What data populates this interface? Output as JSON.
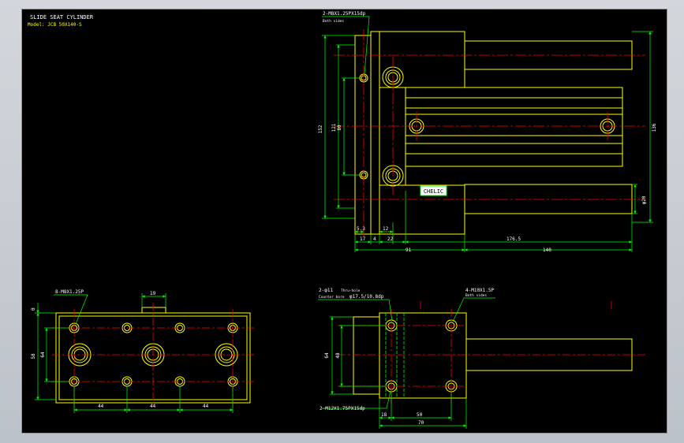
{
  "title_block": {
    "title": "SLIDE SEAT CYLINDER",
    "model": "Model: JCB 50X140-S"
  },
  "colors": {
    "background": "#000000",
    "outline": "#ffff00",
    "dimension": "#00ff00",
    "centerline": "#ff0000",
    "text": "#ffffff"
  },
  "side_view": {
    "callout": "2-M8X1.25PX15dp",
    "callout_sub": "Both sides",
    "dims": {
      "overall_h": "152",
      "inner_h": "121",
      "hole_pitch": "80",
      "right_h": "136",
      "rod_dia": "φ20",
      "d_5_3": "5.3",
      "d_12": "12",
      "d_17": "17",
      "d_4": "4",
      "d_22": "22",
      "d_176_5": "176.5",
      "d_91": "91",
      "d_140": "140"
    },
    "logo": "CHELIC"
  },
  "bottom_view": {
    "callout": "8-M8X1.25P",
    "dims": {
      "d_19": "19",
      "d_0": "0",
      "d_58": "58",
      "d_64": "64",
      "p1": "44",
      "p2": "44",
      "p3": "44"
    }
  },
  "end_view": {
    "callout_holes": "2-φ11",
    "callout_holes_sub": "Thru-hole",
    "callout_cbore": "Counter bore",
    "callout_cbore_val": "φ17.5/10.8dp",
    "callout_taps": "4-M10X1.5P",
    "callout_taps_sub": "Both sides",
    "callout_bottom": "2-M12X1.75PX15dp",
    "dims": {
      "d_64": "64",
      "d_48": "48",
      "d_18": "18",
      "d_50": "50",
      "d_70": "70"
    }
  }
}
